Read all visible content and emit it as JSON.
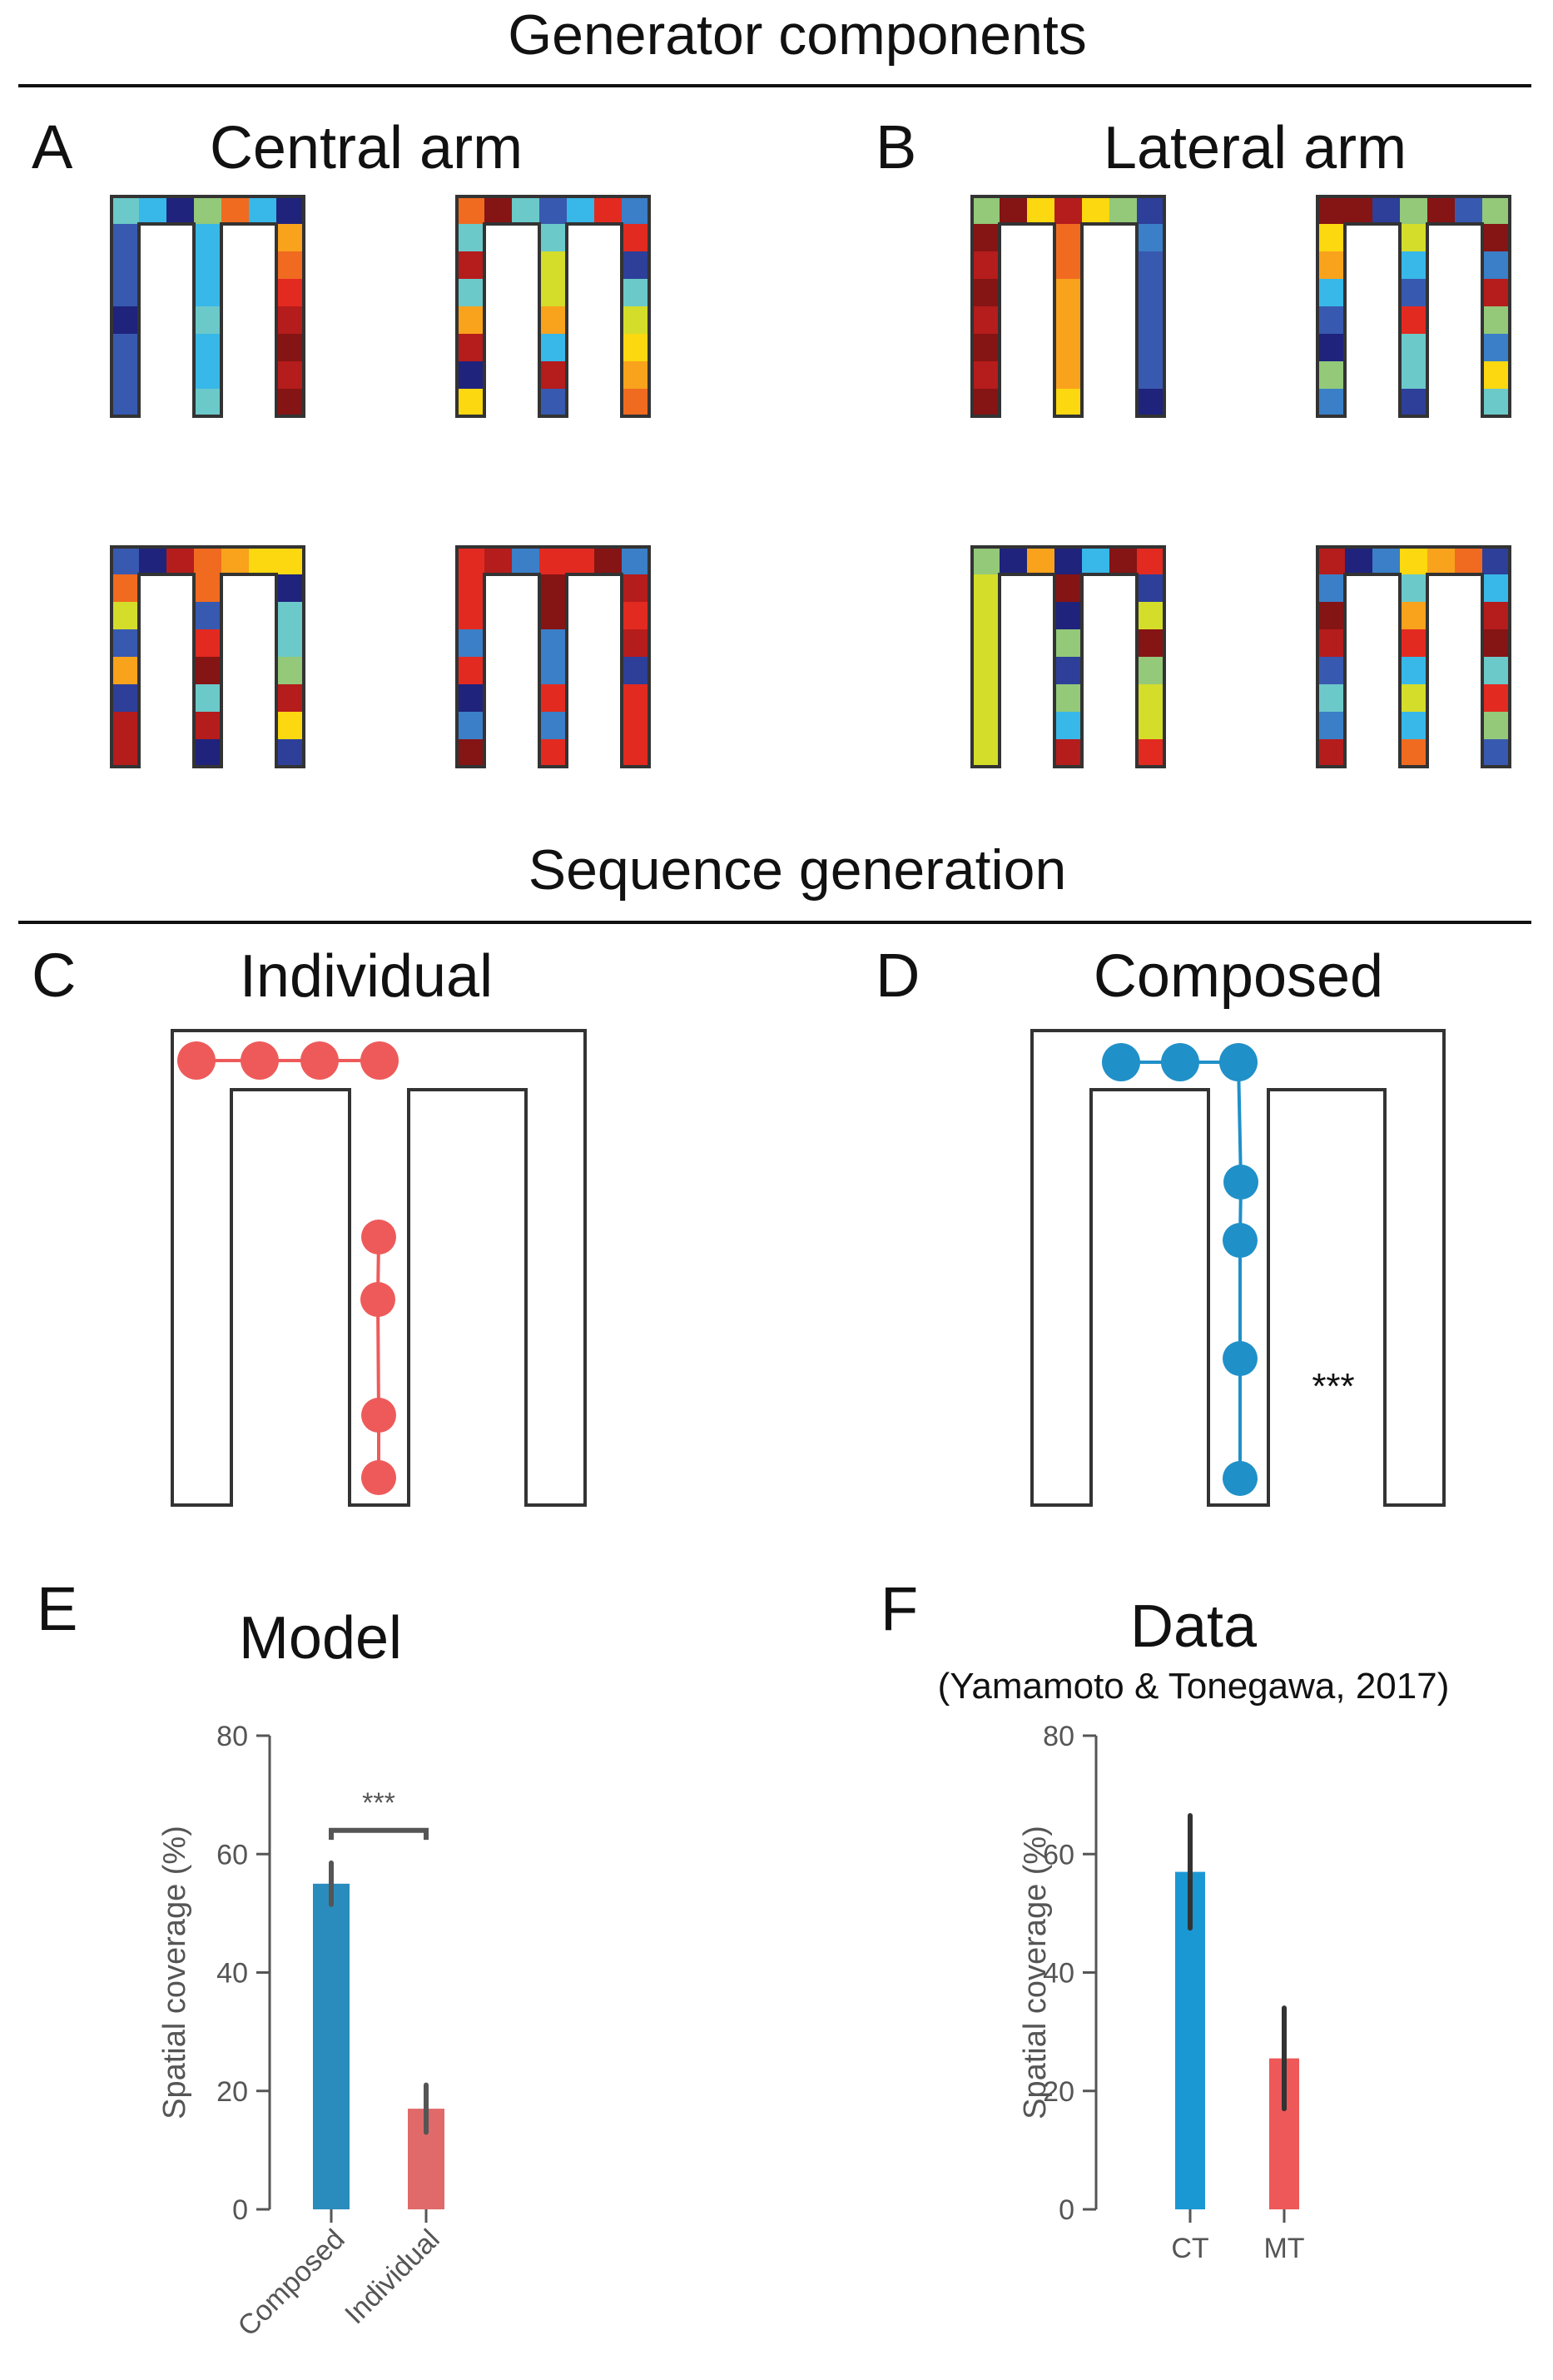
{
  "headers": {
    "generator": "Generator components",
    "sequence": "Sequence generation"
  },
  "panels": {
    "A": {
      "letter": "A",
      "title": "Central arm"
    },
    "B": {
      "letter": "B",
      "title": "Lateral arm"
    },
    "C": {
      "letter": "C",
      "title": "Individual"
    },
    "D": {
      "letter": "D",
      "title": "Composed",
      "significance": "***"
    },
    "E": {
      "letter": "E",
      "title": "Model"
    },
    "F": {
      "letter": "F",
      "title": "Data",
      "subtitle": "(Yamamoto & Tonegawa, 2017)"
    }
  },
  "colors": {
    "composed": "#2090c8",
    "individual": "#ee5a5a",
    "composed_model": "#2a8cbc",
    "individual_model": "#e06a6a",
    "ct": "#1a98d4",
    "mt": "#ee5858"
  },
  "chart_data": [
    {
      "type": "bar",
      "panel": "E",
      "title": "Model",
      "categories": [
        "Composed",
        "Individual"
      ],
      "values": [
        55,
        17
      ],
      "errors": [
        3.5,
        4
      ],
      "ylabel": "Spatial coverage (%)",
      "ylim": [
        0,
        80
      ],
      "yticks": [
        0,
        20,
        40,
        60,
        80
      ],
      "significance": "***"
    },
    {
      "type": "bar",
      "panel": "F",
      "title": "Data",
      "categories": [
        "CT",
        "MT"
      ],
      "values": [
        57,
        25.5
      ],
      "errors": [
        9.5,
        8.5
      ],
      "ylabel": "Spatial coverage (%)",
      "ylim": [
        0,
        80
      ],
      "yticks": [
        0,
        20,
        40,
        60,
        80
      ]
    }
  ]
}
